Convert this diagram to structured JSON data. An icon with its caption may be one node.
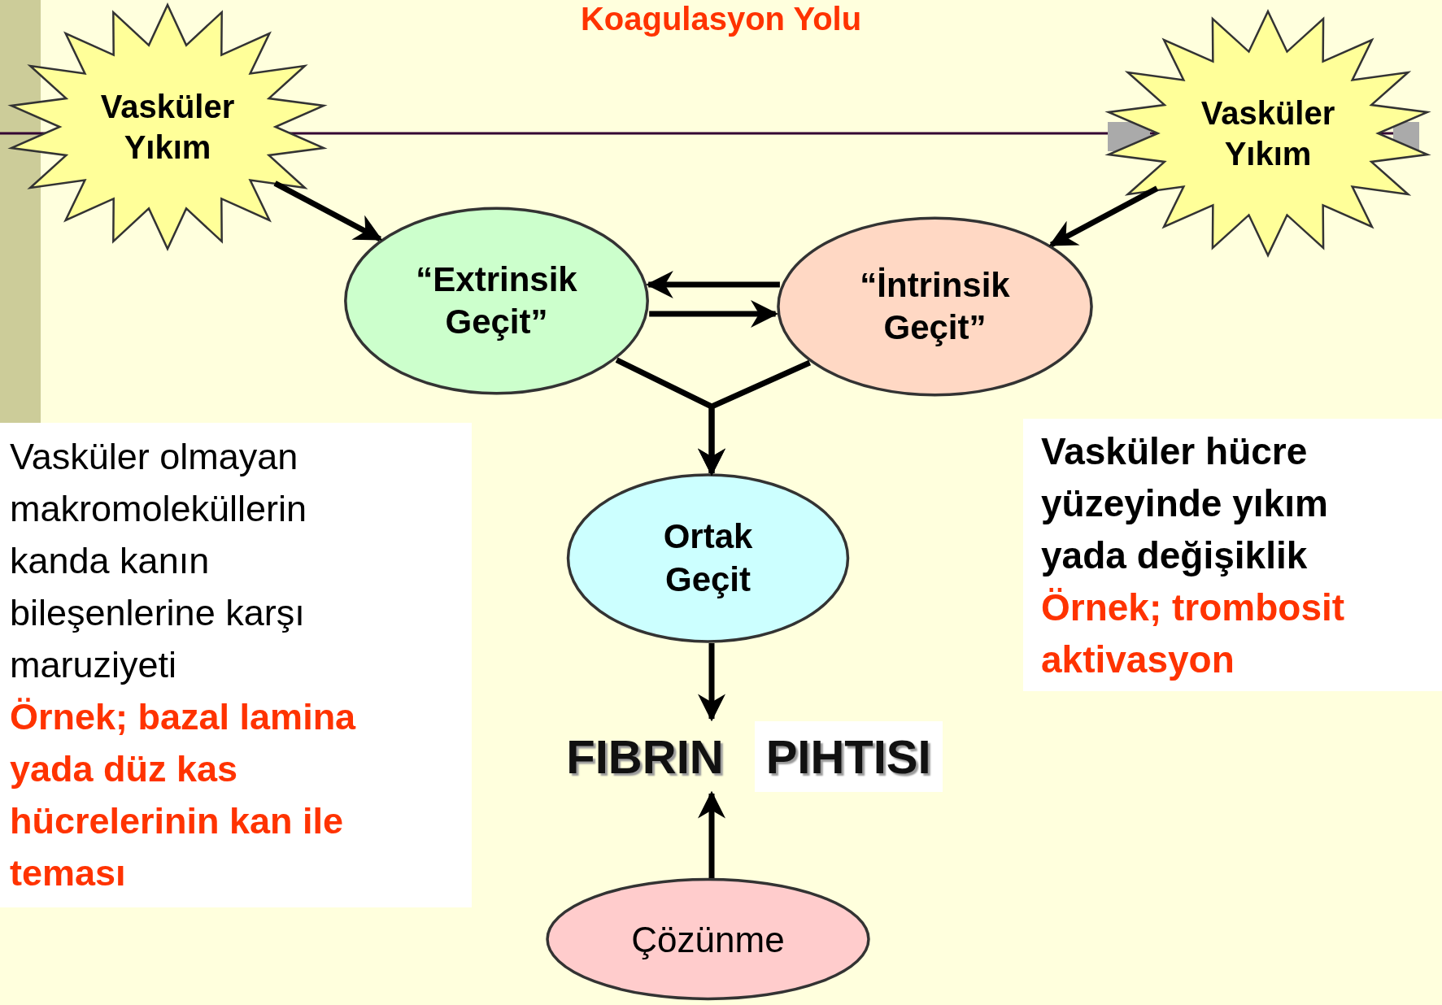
{
  "diagram": {
    "title": "Koagulasyon Yolu",
    "nodes": [
      {
        "text": [
          "Vasküler Yıkım"
        ]
      },
      {
        "text": [
          "Vasküler Yıkım"
        ]
      },
      {
        "text": [
          "“Extrinsik Geçit”"
        ]
      },
      {
        "text": [
          "“İntrinsik Geçit”"
        ]
      },
      {
        "text": [
          "Ortak Geçit"
        ]
      },
      {
        "text": [
          "FIBRIN",
          "PIHTISI"
        ]
      },
      {
        "text": [
          "Çözünme"
        ]
      }
    ],
    "edges": [
      {
        "from": 0,
        "to": 2,
        "arrow": "to"
      },
      {
        "from": 1,
        "to": 3,
        "arrow": "to"
      },
      {
        "from": 3,
        "to": 2,
        "arrow": "to"
      },
      {
        "from": 2,
        "to": 3,
        "arrow": "to"
      },
      {
        "from": 2,
        "to": 4,
        "arrow": "to"
      },
      {
        "from": 3,
        "to": 4,
        "arrow": "to"
      },
      {
        "from": 4,
        "to": 5,
        "arrow": "to"
      },
      {
        "from": 6,
        "to": 5,
        "arrow": "to"
      }
    ],
    "labels": [
      "Vasküler olmayan makromoleküllerin kanda kanın bileşenlerine karşı maruziyeti",
      "Örnek; bazal lamina yada düz kas hücrelerinin kan ile teması",
      "Vasküler hücre yüzeyinde yıkım yada değişiklik",
      "Örnek; trombosit aktivasyon"
    ]
  }
}
